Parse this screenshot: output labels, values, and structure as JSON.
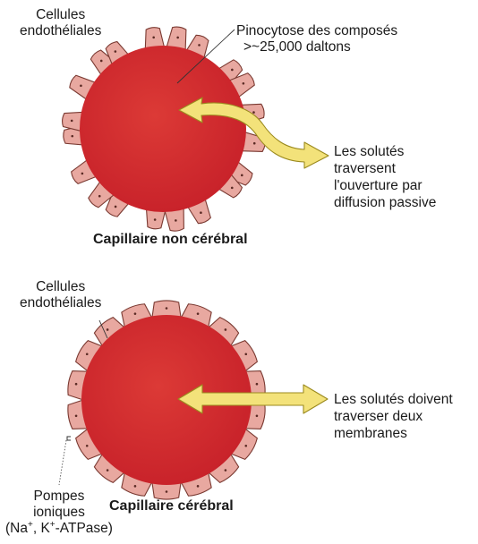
{
  "colors": {
    "lumen": "#d42a2e",
    "cell_fill": "#e8a8a0",
    "cell_stroke": "#7a3a32",
    "arrow_fill": "#f3e27a",
    "arrow_stroke": "#9b8a1e"
  },
  "top_panel": {
    "cells_label": [
      "Cellules",
      "endothéliales"
    ],
    "pinocytosis_label": [
      "Pinocytose des composés",
      ">~25,000 daltons"
    ],
    "solutes_label": [
      "Les solutés",
      "traversent",
      "l'ouverture par",
      "diffusion passive"
    ],
    "caption": "Capillaire non cérébral"
  },
  "bottom_panel": {
    "cells_label": [
      "Cellules",
      "endothéliales"
    ],
    "solutes_label": [
      "Les solutés doivent",
      "traverser deux",
      "membranes"
    ],
    "pumps_label": [
      "Pompes",
      "ioniques"
    ],
    "pumps_detail": {
      "open": "(Na",
      "sup1": "+",
      "mid": ", K",
      "sup2": "+",
      "close": "-ATPase)"
    },
    "caption": "Capillaire cérébral"
  }
}
